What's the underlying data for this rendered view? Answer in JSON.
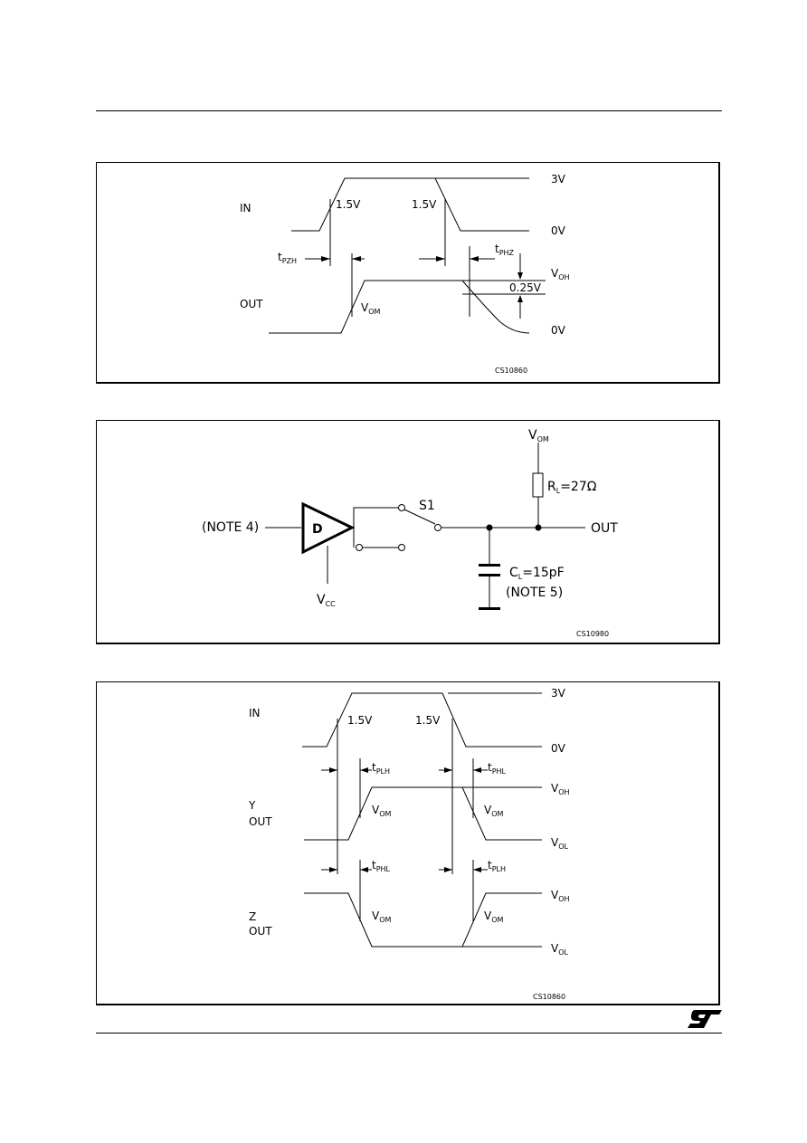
{
  "panel1": {
    "in": "IN",
    "out": "OUT",
    "v3": "3V",
    "v0a": "0V",
    "v0b": "0V",
    "v15a": "1.5V",
    "v15b": "1.5V",
    "t_pzh": {
      "t": "t",
      "sub": "PZH"
    },
    "t_phz": {
      "t": "t",
      "sub": "PHZ"
    },
    "voh": {
      "v": "V",
      "sub": "OH"
    },
    "v025": "0.25V",
    "vom": {
      "v": "V",
      "sub": "OM"
    },
    "code": "CS10860"
  },
  "panel2": {
    "vom": {
      "v": "V",
      "sub": "OM"
    },
    "rl": {
      "r": "R",
      "sub": "L",
      "val": "=27Ω"
    },
    "s1": "S1",
    "note4": "(NOTE 4)",
    "d": "D",
    "out": "OUT",
    "cl": {
      "c": "C",
      "sub": "L",
      "val": "=15pF"
    },
    "note5": "(NOTE 5)",
    "vcc": {
      "v": "V",
      "sub": "CC"
    },
    "code": "CS10980"
  },
  "panel3": {
    "in": "IN",
    "v3": "3V",
    "v0": "0V",
    "v15a": "1.5V",
    "v15b": "1.5V",
    "t_plh1": {
      "t": "t",
      "sub": "PLH"
    },
    "t_phl1": {
      "t": "t",
      "sub": "PHL"
    },
    "y": "Y",
    "yout": "OUT",
    "voh1": {
      "v": "V",
      "sub": "OH"
    },
    "vom1": {
      "v": "V",
      "sub": "OM"
    },
    "vom2": {
      "v": "V",
      "sub": "OM"
    },
    "vol1": {
      "v": "V",
      "sub": "OL"
    },
    "t_phl2": {
      "t": "t",
      "sub": "PHL"
    },
    "t_plh2": {
      "t": "t",
      "sub": "PLH"
    },
    "z": "Z",
    "zout": "OUT",
    "voh2": {
      "v": "V",
      "sub": "OH"
    },
    "vom3": {
      "v": "V",
      "sub": "OM"
    },
    "vom4": {
      "v": "V",
      "sub": "OM"
    },
    "vol2": {
      "v": "V",
      "sub": "OL"
    },
    "code": "CS10860"
  }
}
